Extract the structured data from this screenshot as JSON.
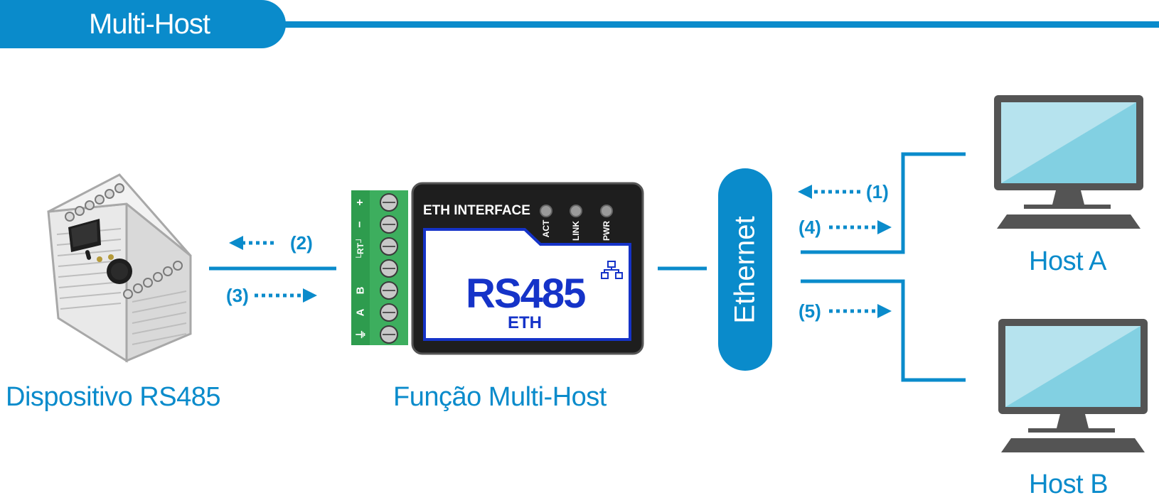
{
  "header": {
    "title": "Multi-Host"
  },
  "devices": {
    "rs485_device": {
      "caption": "Dispositivo RS485"
    },
    "converter": {
      "caption": "Função Multi-Host",
      "panel_label": "ETH INTERFACE",
      "leds": [
        "ACT",
        "LINK",
        "PWR"
      ],
      "product_name": "RS485",
      "product_sub": "ETH",
      "terminals": [
        "+",
        "−",
        "└RT┘",
        "B",
        "A",
        "⏚"
      ]
    },
    "network": {
      "label": "Ethernet"
    },
    "host_a": {
      "caption": "Host A"
    },
    "host_b": {
      "caption": "Host B"
    }
  },
  "steps": [
    "(1)",
    "(2)",
    "(3)",
    "(4)",
    "(5)"
  ],
  "colors": {
    "brand_blue": "#0A8BCB",
    "terminal_green": "#3DAE5E",
    "module_black": "#1E1E1E",
    "label_blue": "#1533C8",
    "screen_blue": "#A8DDEA",
    "monitor_gray": "#545454"
  }
}
